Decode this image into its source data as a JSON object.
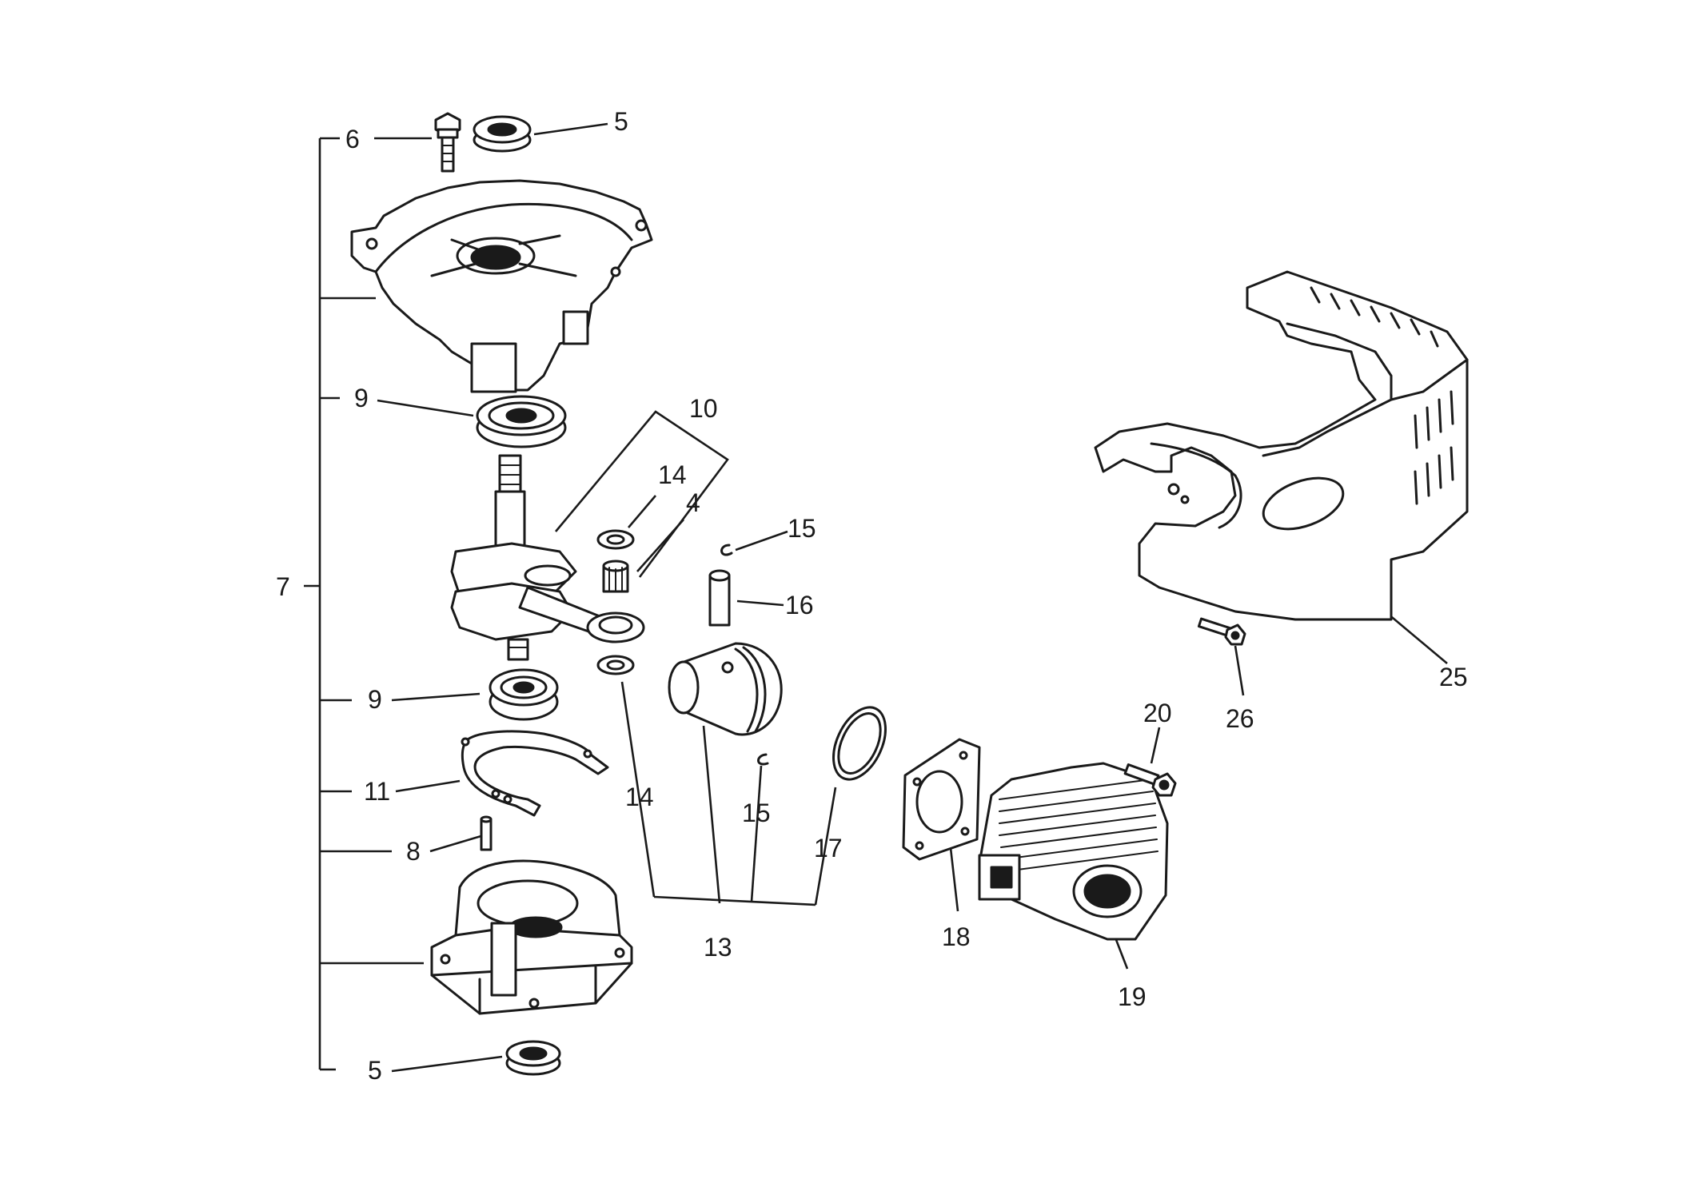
{
  "callouts": {
    "c4": "4",
    "c5_top": "5",
    "c5_bottom": "5",
    "c6": "6",
    "c7": "7",
    "c8": "8",
    "c9_top": "9",
    "c9_bottom": "9",
    "c10": "10",
    "c11": "11",
    "c13": "13",
    "c14_top": "14",
    "c14_bottom": "14",
    "c15_top": "15",
    "c15_bottom": "15",
    "c16": "16",
    "c17": "17",
    "c18": "18",
    "c19": "19",
    "c20": "20",
    "c25": "25",
    "c26": "26"
  }
}
